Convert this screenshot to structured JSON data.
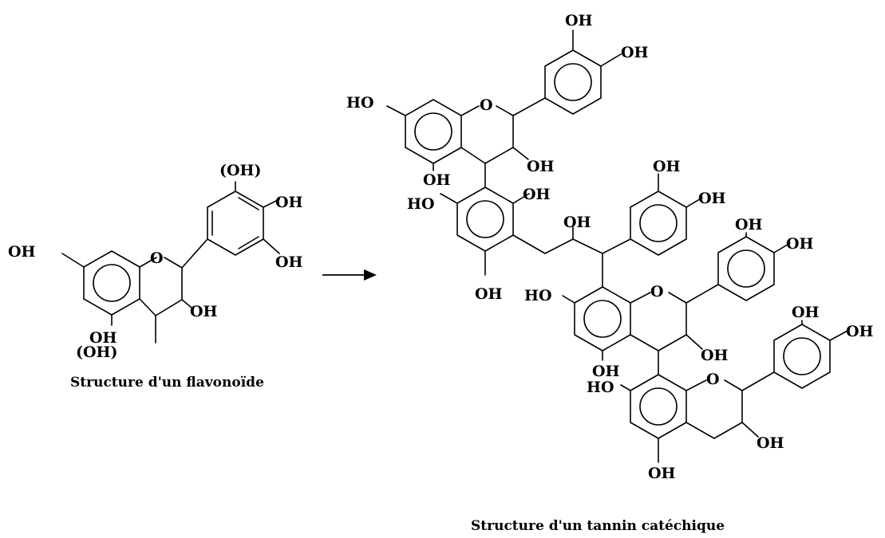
{
  "labels": {
    "oh": "OH",
    "ho": "HO",
    "o": "O",
    "oh_paren": "(OH)"
  },
  "captions": {
    "flavonoid": "Structure d'un flavonoïde",
    "tannin": "Structure d'un tannin catéchique"
  }
}
